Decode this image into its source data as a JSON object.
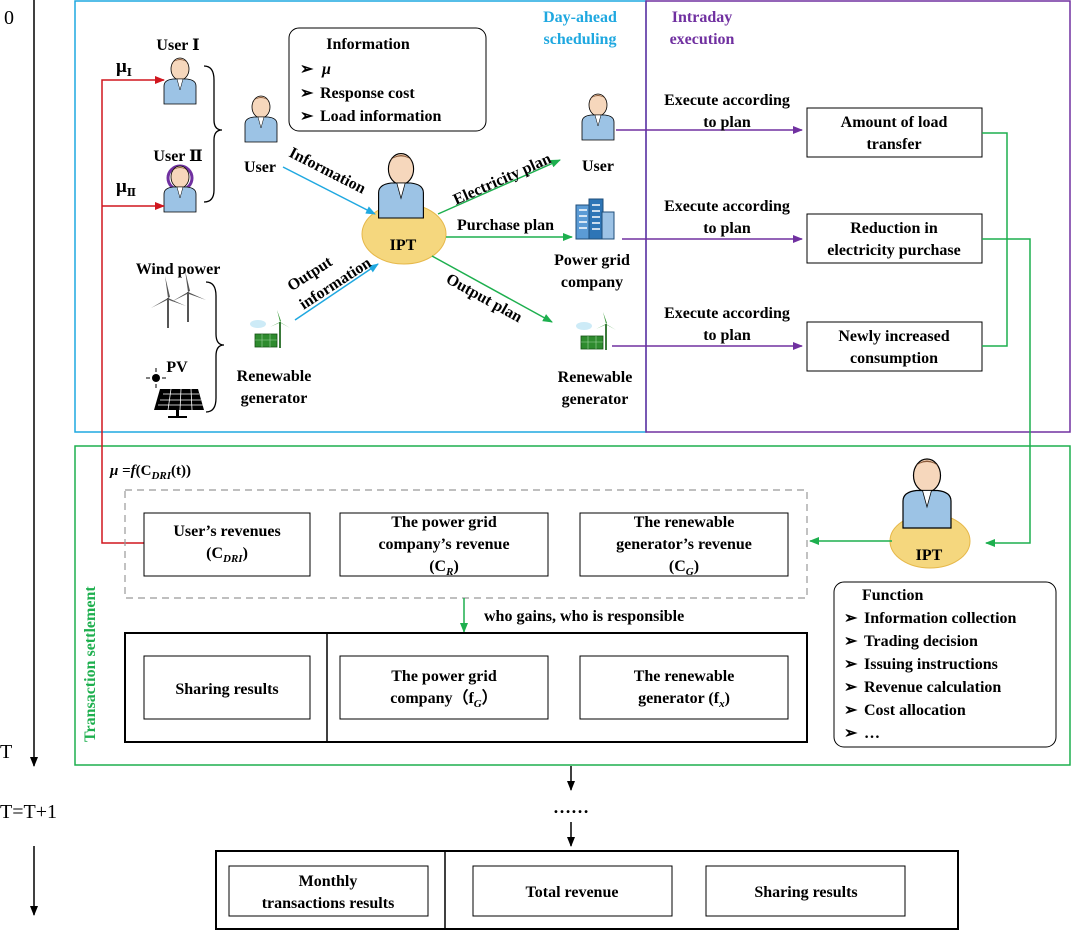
{
  "timeline": {
    "start": "0",
    "end": "T",
    "next": "T=T+1"
  },
  "sections": {
    "day_ahead": "Day-ahead\nscheduling",
    "intraday": "Intraday\nexecution",
    "settlement": "Transaction settlement"
  },
  "left": {
    "user1": "User Ⅰ",
    "user2": "User Ⅱ",
    "mu1": "μ",
    "mu1_sub": "Ⅰ",
    "mu2": "μ",
    "mu2_sub": "Ⅱ",
    "wind": "Wind power",
    "pv": "PV",
    "user": "User",
    "renewable": "Renewable\ngenerator"
  },
  "info_box": {
    "title": "Information",
    "items": [
      "μ",
      "Response cost",
      "Load information"
    ]
  },
  "ipt": "IPT",
  "flows": {
    "information": "Information",
    "output_information": "Output\ninformation",
    "electricity_plan": "Electricity plan",
    "purchase_plan": "Purchase plan",
    "output_plan": "Output plan"
  },
  "right_entities": {
    "user": "User",
    "grid": "Power grid\ncompany",
    "renewable": "Renewable\ngenerator"
  },
  "execute_label": "Execute according\nto plan",
  "intraday_boxes": [
    "Amount of load\ntransfer",
    "Reduction in\nelectricity purchase",
    "Newly increased\nconsumption"
  ],
  "formula": {
    "lhs": "μ",
    "eq": " =",
    "f": "f",
    "arg": "(C",
    "arg_sub": "DRI",
    "tail": "(t))"
  },
  "revenues": [
    {
      "text": "User’s revenues\n(C",
      "sym_sub": "DRI",
      "close": ")"
    },
    {
      "text": "The power grid\ncompany’s revenue\n(C",
      "sym_sub": "R",
      "close": ")"
    },
    {
      "text": "The renewable\ngenerator’s revenue\n(C",
      "sym_sub": "G",
      "close": ")"
    }
  ],
  "who_gains": "who gains, who is responsible",
  "sharing": [
    {
      "text": "Sharing results"
    },
    {
      "text": "The power grid\ncompany（f",
      "sub": "G",
      "close": "）"
    },
    {
      "text": "The renewable\ngenerator (f",
      "sub": "x",
      "close": ")"
    }
  ],
  "function_box": {
    "title": "Function",
    "items": [
      "Information collection",
      "Trading decision",
      "Issuing instructions",
      "Revenue calculation",
      "Cost allocation",
      "…"
    ]
  },
  "dots": "……",
  "bottom": [
    "Monthly\ntransactions results",
    "Total revenue",
    "Sharing results"
  ],
  "colors": {
    "blue": "#1FA8E0",
    "purple": "#7030A0",
    "green": "#1DAF4E",
    "red": "#D0161E",
    "person_fill": "#9CC3E5",
    "ipt_fill": "#F5D77E"
  }
}
